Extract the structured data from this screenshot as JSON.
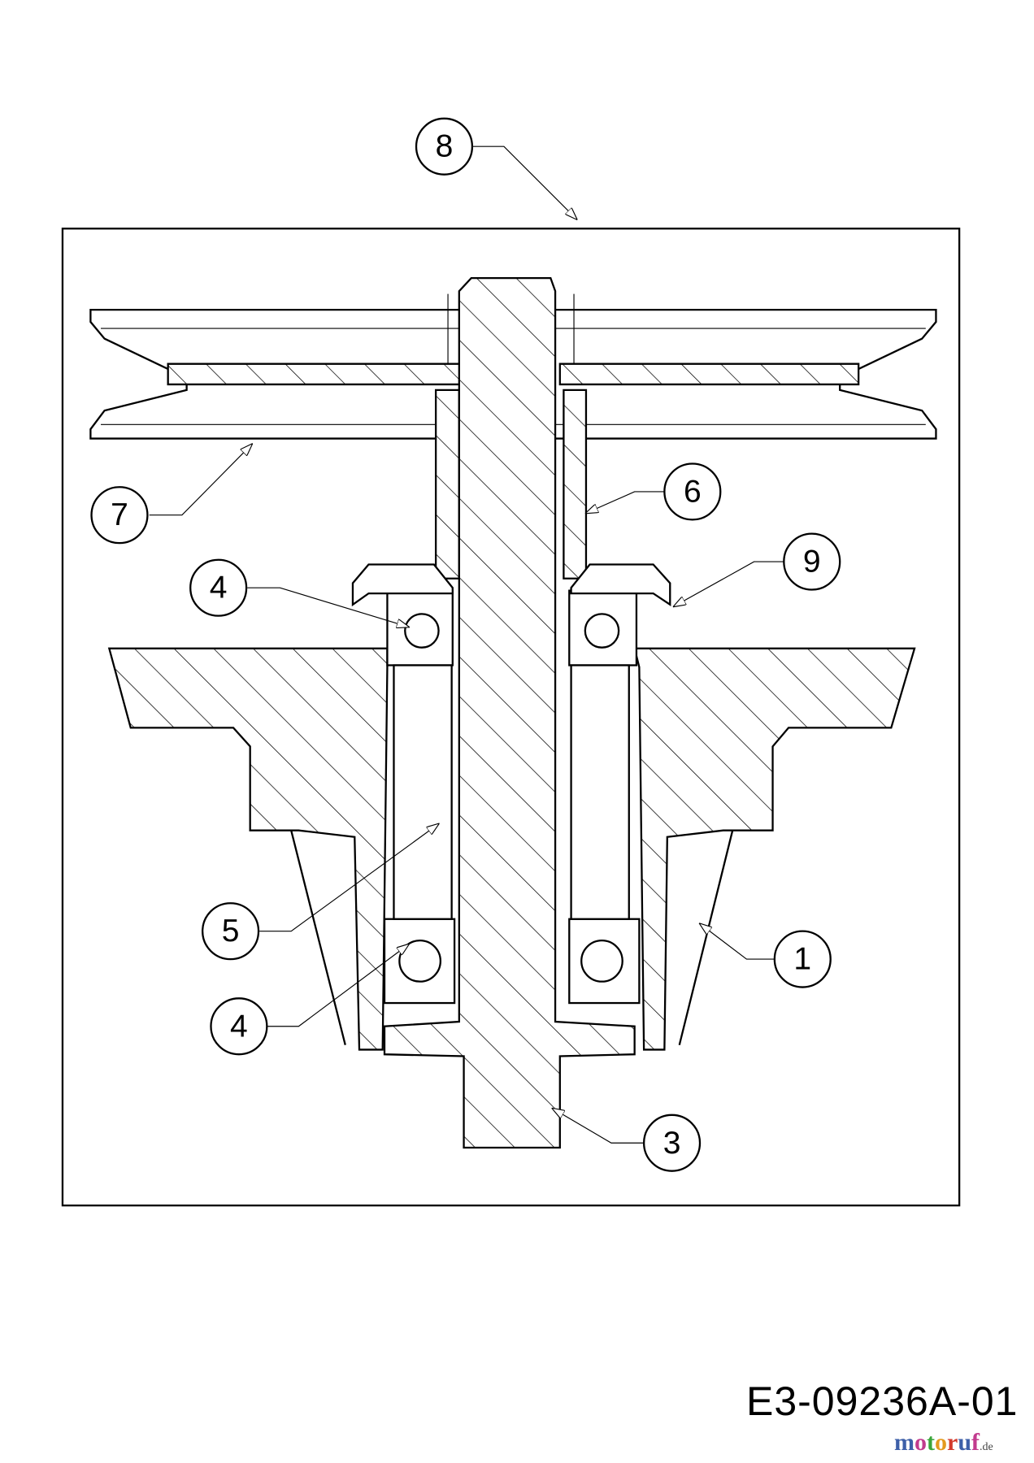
{
  "diagram": {
    "callouts": [
      {
        "id": "8",
        "label": "8"
      },
      {
        "id": "7",
        "label": "7"
      },
      {
        "id": "6",
        "label": "6"
      },
      {
        "id": "9",
        "label": "9"
      },
      {
        "id": "4a",
        "label": "4"
      },
      {
        "id": "5",
        "label": "5"
      },
      {
        "id": "4b",
        "label": "4"
      },
      {
        "id": "1",
        "label": "1"
      },
      {
        "id": "3",
        "label": "3"
      }
    ],
    "drawing_code": "E3-09236A-01",
    "watermark": {
      "text": "motoruf",
      "suffix": ".de",
      "colors": [
        "#3d5fa8",
        "#c23b8e",
        "#3aa53a",
        "#e39a1f",
        "#d33a2c"
      ]
    }
  }
}
